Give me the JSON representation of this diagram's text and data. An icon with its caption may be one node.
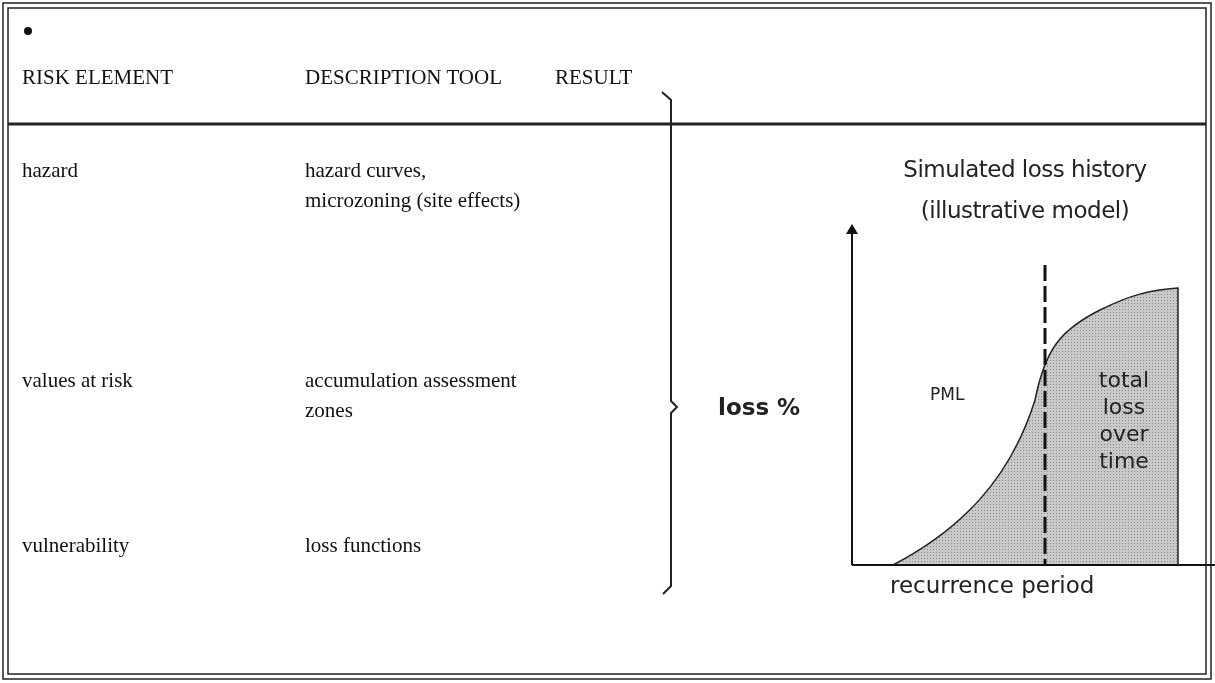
{
  "diagram": {
    "labels": [
      "RISK ELEMENT",
      "DESCRIPTION TOOL",
      "RESULT",
      "hazard",
      "hazard curves, microzoning (site effects)",
      "Simulated loss history",
      "(illustrative model)",
      "PML",
      "loss %",
      "total loss over time",
      "values at risk",
      "accumulation assessment zones",
      "recurrence period",
      "vulnerability",
      "loss functions"
    ]
  }
}
